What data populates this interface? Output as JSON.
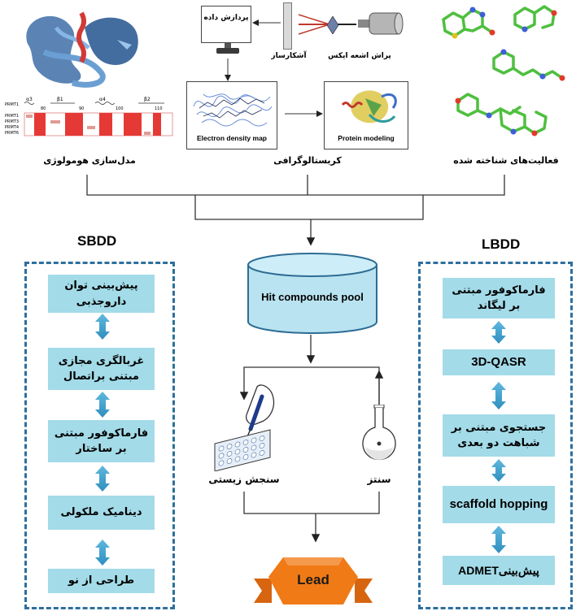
{
  "top": {
    "homology_label": "مدل‌سازی هومولوژی",
    "crystallography_label": "کریستالوگرافی",
    "known_activity_label": "فعالیت‌های شناخته شده",
    "data_processing_label": "پردازش داده",
    "detector_label": "آشکارساز",
    "xray_label": "پراش اشعه ایکس",
    "electron_density_label": "Electron density map",
    "protein_modeling_label": "Protein modeling",
    "alignment": {
      "rows": [
        "PRMT1",
        "PRMT3",
        "PRMT4",
        "PRMT6"
      ],
      "ticks": [
        "80",
        "90",
        "100",
        "110"
      ],
      "structs": [
        "α3",
        "β1",
        "α4",
        "β2"
      ]
    }
  },
  "sbdd": {
    "title": "SBDD",
    "steps": [
      "پیش‌بینی توان داروجذبی",
      "غربالگری مجازی مبتنی براتصال",
      "فارماکوفور مبتنی بر ساختار",
      "دینامیک ملکولی",
      "طراحی از نو"
    ]
  },
  "lbdd": {
    "title": "LBDD",
    "steps": [
      "فارماکوفور مبتنی بر لیگاند",
      "3D-QASR",
      "جستجوی مبتنی بر شباهت دو بعدی",
      "scaffold hopping",
      "ADMETپیش‌بینی"
    ]
  },
  "center": {
    "pool_label": "Hit compounds pool",
    "bioassay_label": "سنجش زیستی",
    "synthesis_label": "سنتز",
    "lead_label": "Lead"
  },
  "colors": {
    "dashed_border": "#2e6f9e",
    "step_box": "#a3dbe8",
    "arrow": "#4aa3c9",
    "lead": "#f07a16",
    "cylinder": "#b9e3f0"
  }
}
